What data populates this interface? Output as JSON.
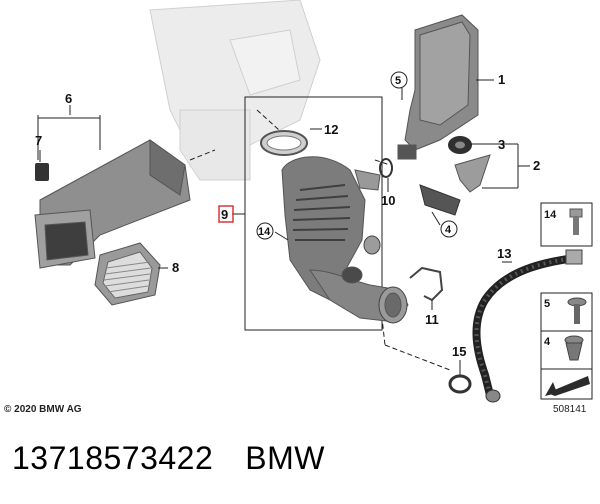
{
  "callouts": {
    "n1": "1",
    "n2": "2",
    "n3": "3",
    "n4": "4",
    "n5": "5",
    "n6": "6",
    "n7": "7",
    "n8": "8",
    "n9": "9",
    "n10": "10",
    "n11": "11",
    "n12": "12",
    "n13": "13",
    "n14": "14",
    "n15": "15"
  },
  "legend": {
    "l14": "14",
    "l5": "5",
    "l4": "4"
  },
  "footer": {
    "copyright": "© 2020 BMW AG",
    "ref": "508141"
  },
  "caption": {
    "part_number": "13718573422",
    "brand": "BMW"
  },
  "colors": {
    "highlight": "#d9363e",
    "line": "#222222",
    "part_gray": "#8a8a8a",
    "ghost": "#e6e6e6"
  }
}
